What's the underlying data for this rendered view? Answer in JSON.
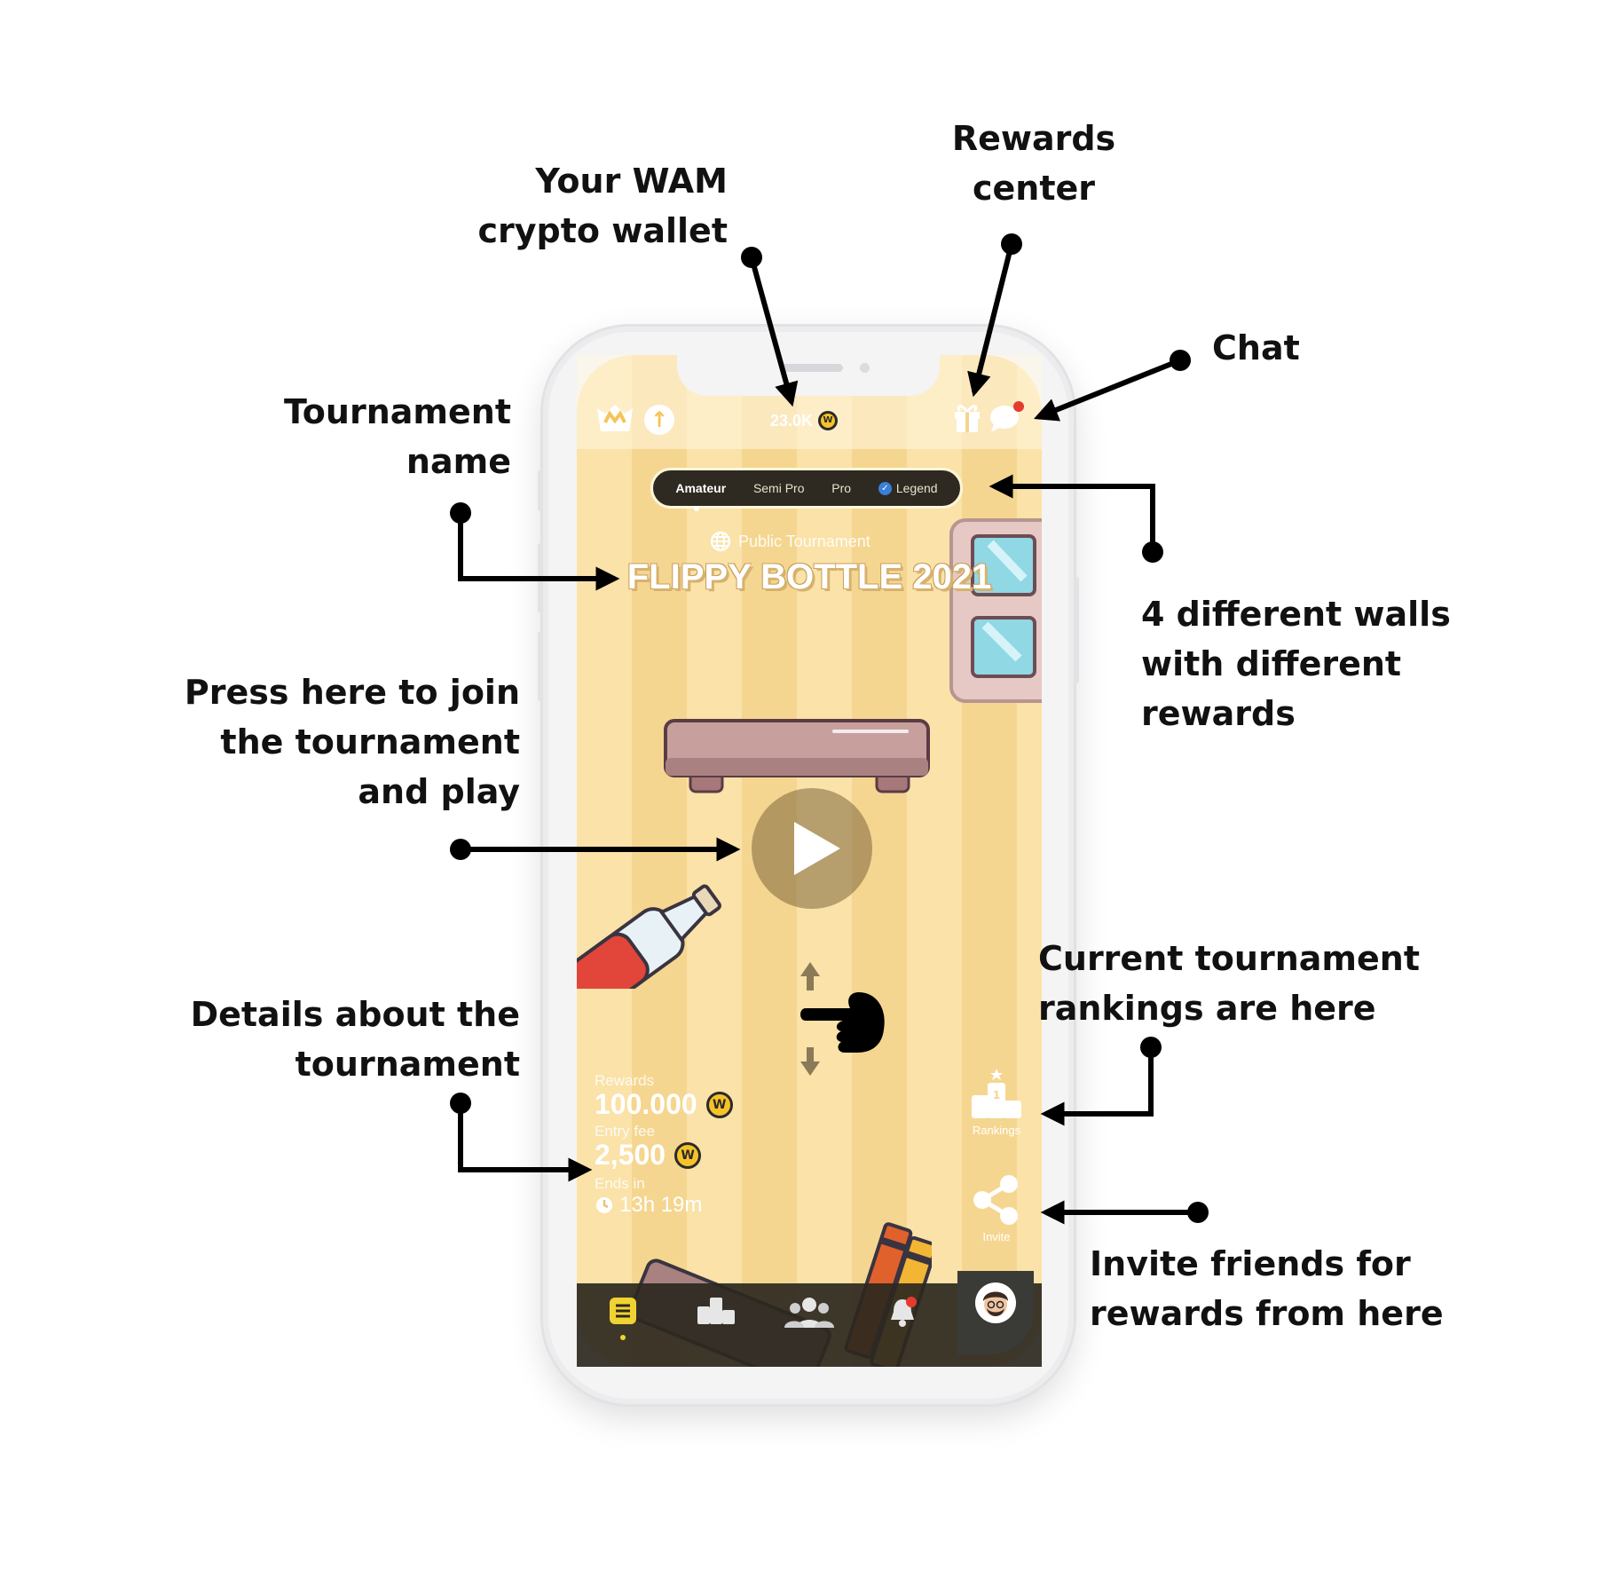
{
  "wallet": {
    "amount": "23.0K"
  },
  "tiers": [
    {
      "label": "Amateur"
    },
    {
      "label": "Semi Pro"
    },
    {
      "label": "Pro"
    },
    {
      "label": "Legend"
    }
  ],
  "tournament": {
    "type_label": "Public Tournament",
    "name": "FLIPPY BOTTLE 2021",
    "rewards_label": "Rewards",
    "rewards_value": "100.000",
    "entry_label": "Entry fee",
    "entry_value": "2,500",
    "ends_label": "Ends in",
    "ends_value": "13h 19m"
  },
  "side_buttons": {
    "rankings_label": "Rankings",
    "invite_label": "Invite"
  },
  "annotations": {
    "wallet": [
      "Your WAM",
      "crypto wallet"
    ],
    "rewards": [
      "Rewards",
      "center"
    ],
    "chat": [
      "Chat"
    ],
    "tournament_name": [
      "Tournament",
      "name"
    ],
    "walls": [
      "4 different walls",
      "with different",
      "rewards"
    ],
    "join": [
      "Press here to join",
      "the tournament",
      "and play"
    ],
    "rankings": [
      "Current tournament",
      "rankings are here"
    ],
    "details": [
      "Details about the",
      "tournament"
    ],
    "invite": [
      "Invite friends for",
      "rewards from here"
    ]
  },
  "colors": {
    "wall_light": "#fae2a8",
    "wall_dark": "#f5d690",
    "coin": "#f5c22a",
    "tab_active": "#f0d330",
    "notification": "#e33b2e"
  }
}
